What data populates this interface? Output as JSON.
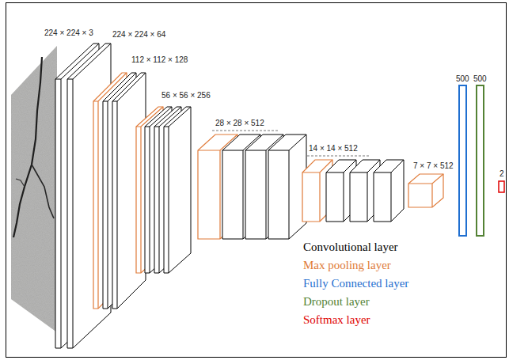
{
  "diagram": {
    "labels": [
      "224 × 224 × 3",
      "224 × 224 × 64",
      "112 × 112 × 128",
      "56 × 56 × 256",
      "28 × 28 × 512",
      "14 × 14 × 512",
      "7 × 7 × 512",
      "500",
      "500",
      "2"
    ],
    "legend": [
      {
        "text": "Convolutional layer",
        "color": "#000000"
      },
      {
        "text": "Max pooling layer",
        "color": "#e07b39"
      },
      {
        "text": "Fully Connected layer",
        "color": "#1f6fd0"
      },
      {
        "text": "Dropout layer",
        "color": "#548235"
      },
      {
        "text": "Softmax layer",
        "color": "#e00000"
      }
    ]
  }
}
